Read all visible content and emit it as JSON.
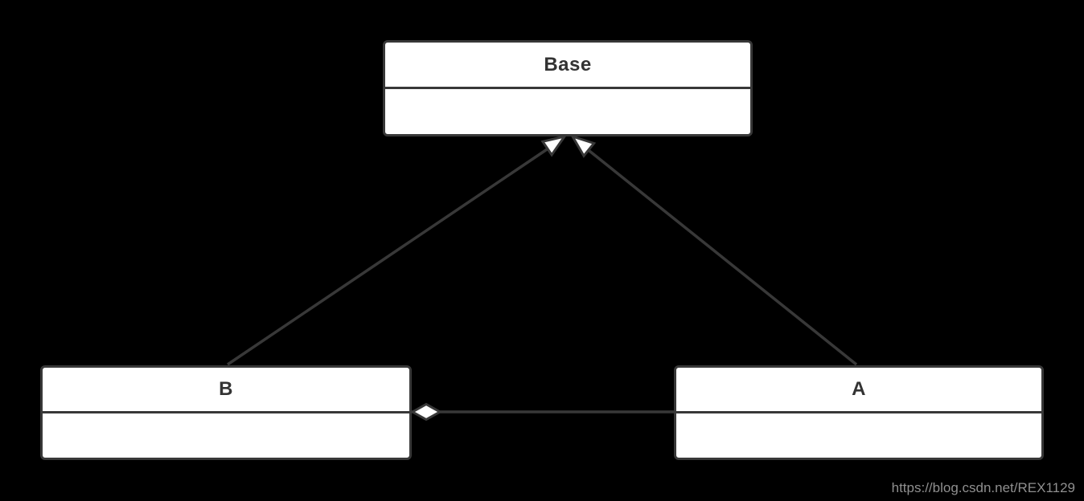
{
  "diagram": {
    "type": "uml-class-diagram",
    "nodes": [
      {
        "id": "base",
        "label": "Base"
      },
      {
        "id": "b",
        "label": "B"
      },
      {
        "id": "a",
        "label": "A"
      }
    ],
    "edges": [
      {
        "id": "b-extends-base",
        "type": "generalization",
        "from": "B",
        "to": "Base"
      },
      {
        "id": "a-extends-base",
        "type": "generalization",
        "from": "A",
        "to": "Base"
      },
      {
        "id": "b-aggregates-a",
        "type": "aggregation",
        "from": "B",
        "to": "A"
      }
    ]
  },
  "watermark": {
    "text": "https://blog.csdn.net/REX1129"
  },
  "colors": {
    "background": "#000000",
    "node_fill": "#ffffff",
    "stroke": "#383838",
    "label": "#333333",
    "watermark": "#8f8f8f"
  }
}
